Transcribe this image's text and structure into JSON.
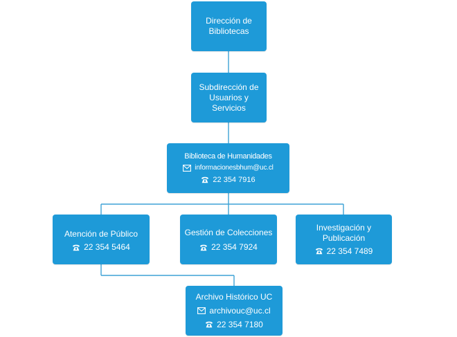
{
  "colors": {
    "box_fill": "#1e9ad8",
    "connector": "#3da2d6",
    "text": "#ffffff"
  },
  "nodes": {
    "direccion": {
      "line1": "Dirección de",
      "line2": "Bibliotecas"
    },
    "subdireccion": {
      "line1": "Subdirección de",
      "line2": "Usuarios y",
      "line3": "Servicios"
    },
    "humanidades": {
      "title": "Biblioteca de Humanidades",
      "email": "informacionesbhum@uc.cl",
      "phone": "22 354 7916"
    },
    "atencion": {
      "title": "Atención de Público",
      "phone": "22 354 5464"
    },
    "gestion": {
      "title": "Gestión de Colecciones",
      "phone": "22 354 7924"
    },
    "investigacion": {
      "line1": "Investigación y",
      "line2": "Publicación",
      "phone": "22 354 7489"
    },
    "archivo": {
      "title": "Archivo Histórico UC",
      "email": "archivouc@uc.cl",
      "phone": "22 354 7180"
    }
  },
  "icons": {
    "phone": "phone-icon",
    "email": "envelope-icon"
  }
}
